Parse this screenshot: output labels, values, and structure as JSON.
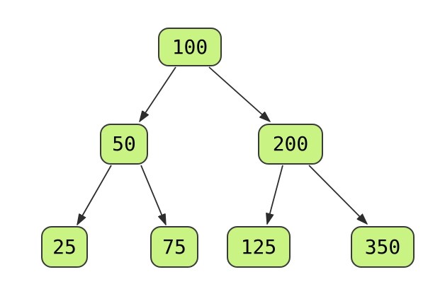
{
  "diagram": {
    "type": "binary-tree",
    "nodes": [
      {
        "id": "100",
        "label": "100",
        "level": 0
      },
      {
        "id": "50",
        "label": "50",
        "level": 1
      },
      {
        "id": "200",
        "label": "200",
        "level": 1
      },
      {
        "id": "25",
        "label": "25",
        "level": 2
      },
      {
        "id": "75",
        "label": "75",
        "level": 2
      },
      {
        "id": "125",
        "label": "125",
        "level": 2
      },
      {
        "id": "350",
        "label": "350",
        "level": 2
      }
    ],
    "edges": [
      {
        "from": "100",
        "to": "50"
      },
      {
        "from": "100",
        "to": "200"
      },
      {
        "from": "50",
        "to": "25"
      },
      {
        "from": "50",
        "to": "75"
      },
      {
        "from": "200",
        "to": "125"
      },
      {
        "from": "200",
        "to": "350"
      }
    ],
    "colors": {
      "node_fill": "#c9f383",
      "node_border": "#3a3a3a",
      "edge": "#2d2d2d",
      "text": "#000000",
      "background": "#ffffff"
    }
  }
}
